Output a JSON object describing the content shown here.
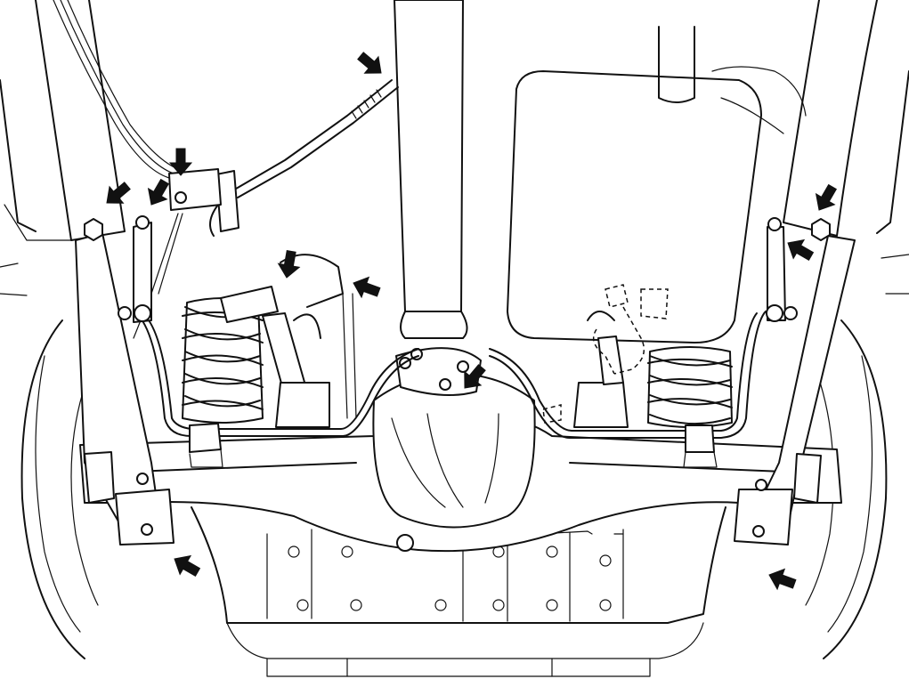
{
  "diagram": {
    "kind": "rear-suspension-underside-line-drawing",
    "colors": {
      "line": "#111111",
      "background": "#ffffff",
      "arrow": "#111111"
    },
    "indicator_arrows": [
      {
        "id": "handbrake-cable-end"
      },
      {
        "id": "cable-bracket-bolt"
      },
      {
        "id": "left-upper-nut"
      },
      {
        "id": "left-upper-link-bolt"
      },
      {
        "id": "shock-upper-mount"
      },
      {
        "id": "bracket-clip"
      },
      {
        "id": "differential-bolt"
      },
      {
        "id": "right-upper-nut"
      },
      {
        "id": "right-upper-link-bolt"
      },
      {
        "id": "left-lower-mount"
      },
      {
        "id": "right-lower-mount"
      }
    ]
  }
}
